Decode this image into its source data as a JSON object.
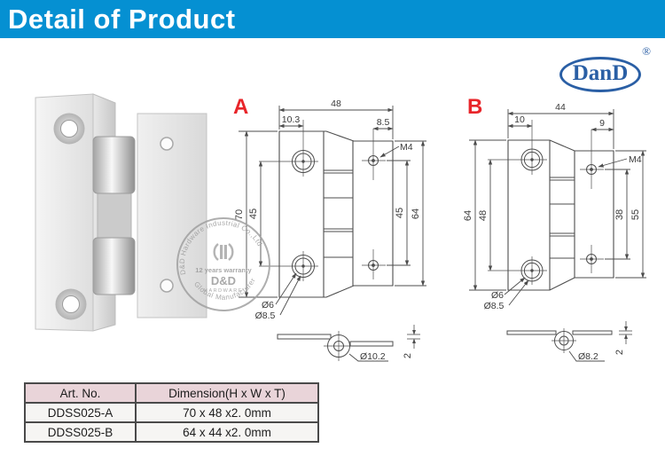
{
  "header": {
    "title": "Detail of Product"
  },
  "logo": {
    "name": "DanD",
    "registered": "®"
  },
  "watermark": {
    "arc_top": "D&D Hardware Industrial Co.,Ltd",
    "arc_bottom": "Global Manufacturer",
    "warranty": "12 years warranty",
    "brand": "D&D",
    "brand_sub": "HARDWARE"
  },
  "drawing_a": {
    "label": "A",
    "width_total": "48",
    "offset_left": "10.3",
    "offset_right": "8.5",
    "thread": "M4",
    "height_left": "70",
    "spacing_left": "45",
    "spacing_right": "45",
    "height_right": "64",
    "hole_inner": "Ø6",
    "hole_outer": "Ø8.5",
    "knuckle_dia": "Ø10.2",
    "thickness": "2"
  },
  "drawing_b": {
    "label": "B",
    "width_total": "44",
    "offset_left": "10",
    "offset_right": "9",
    "thread": "M4",
    "height_left": "64",
    "spacing_left": "48",
    "spacing_right": "38",
    "height_right": "55",
    "hole_inner": "Ø6",
    "hole_outer": "Ø8.5",
    "knuckle_dia": "Ø8.2",
    "thickness": "2"
  },
  "table": {
    "headers": [
      "Art. No.",
      "Dimension(H x W x T)"
    ],
    "rows": [
      {
        "art_no": "DDSS025-A",
        "dimension": "70 x 48 x2. 0mm"
      },
      {
        "art_no": "DDSS025-B",
        "dimension": "64 x 44 x2. 0mm"
      }
    ]
  },
  "colors": {
    "banner_blue": "#0590d2",
    "accent_red": "#e8252a",
    "logo_blue": "#2a5fa5",
    "drawing_line": "#4d4d4d",
    "table_header_bg": "#e9d4d9"
  }
}
